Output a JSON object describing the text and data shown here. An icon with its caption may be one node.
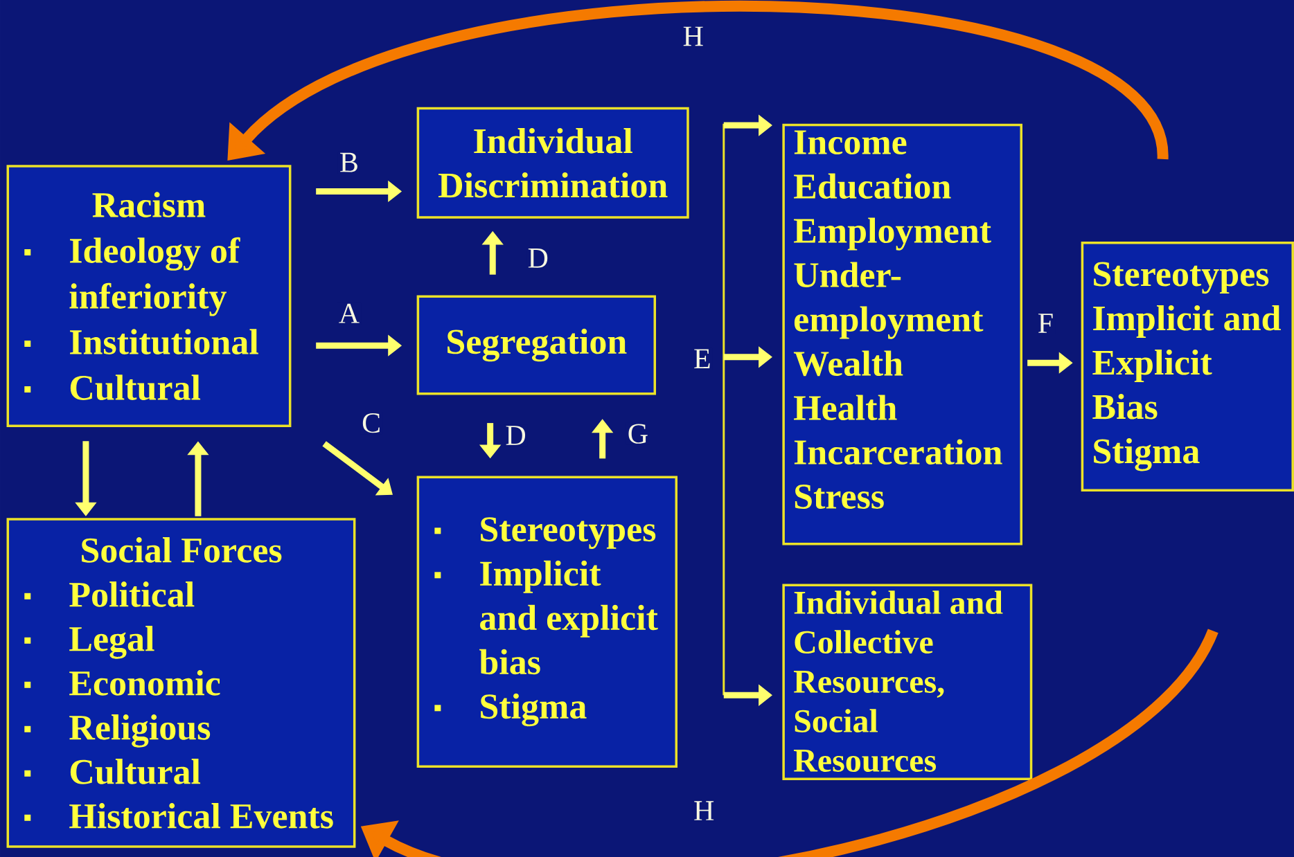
{
  "diagram": {
    "nodes": [
      {
        "text": [
          "Racism",
          "Ideology of inferiority",
          "Institutional",
          "Cultural"
        ]
      },
      {
        "text": [
          "Individual Discrimination"
        ]
      },
      {
        "text": [
          "Segregation"
        ]
      },
      {
        "text": [
          "Stereotypes",
          "Implicit and explicit bias",
          "Stigma"
        ]
      },
      {
        "text": [
          "Income",
          "Education",
          "Employment",
          "Under-employment",
          "Wealth",
          "Health",
          "Incarceration",
          "Stress"
        ]
      },
      {
        "text": [
          "Individual and Collective Resources, Social Resources"
        ]
      },
      {
        "text": [
          "Stereotypes",
          "Implicit and",
          "Explicit",
          "Bias",
          "Stigma"
        ]
      },
      {
        "text": [
          "Social Forces",
          "Political",
          "Legal",
          "Economic",
          "Religious",
          "Cultural",
          "Historical Events"
        ]
      }
    ],
    "edges": [
      {
        "from": 0,
        "to": 1,
        "arrow": "to",
        "label": "B"
      },
      {
        "from": 0,
        "to": 2,
        "arrow": "to",
        "label": "A"
      },
      {
        "from": 0,
        "to": 3,
        "arrow": "to",
        "label": "C"
      },
      {
        "from": 2,
        "to": 1,
        "arrow": "to",
        "label": "D"
      },
      {
        "from": 2,
        "to": 3,
        "arrow": "to",
        "label": "D"
      },
      {
        "from": 3,
        "to": 2,
        "arrow": "to",
        "label": "G"
      },
      {
        "from": 0,
        "to": 7,
        "arrow": "to"
      },
      {
        "from": 7,
        "to": 0,
        "arrow": "to"
      },
      {
        "from": null,
        "to": 4,
        "arrow": "to"
      },
      {
        "from": null,
        "to": 4,
        "arrow": "to",
        "label": "E"
      },
      {
        "from": null,
        "to": 5,
        "arrow": "to"
      },
      {
        "from": 4,
        "to": 6,
        "arrow": "to",
        "label": "F"
      },
      {
        "from": 6,
        "to": 0,
        "arrow": "to",
        "label": "H",
        "color": "#f57a00"
      },
      {
        "from": null,
        "to": 7,
        "arrow": "to",
        "label": "H",
        "color": "#f57a00"
      }
    ]
  }
}
